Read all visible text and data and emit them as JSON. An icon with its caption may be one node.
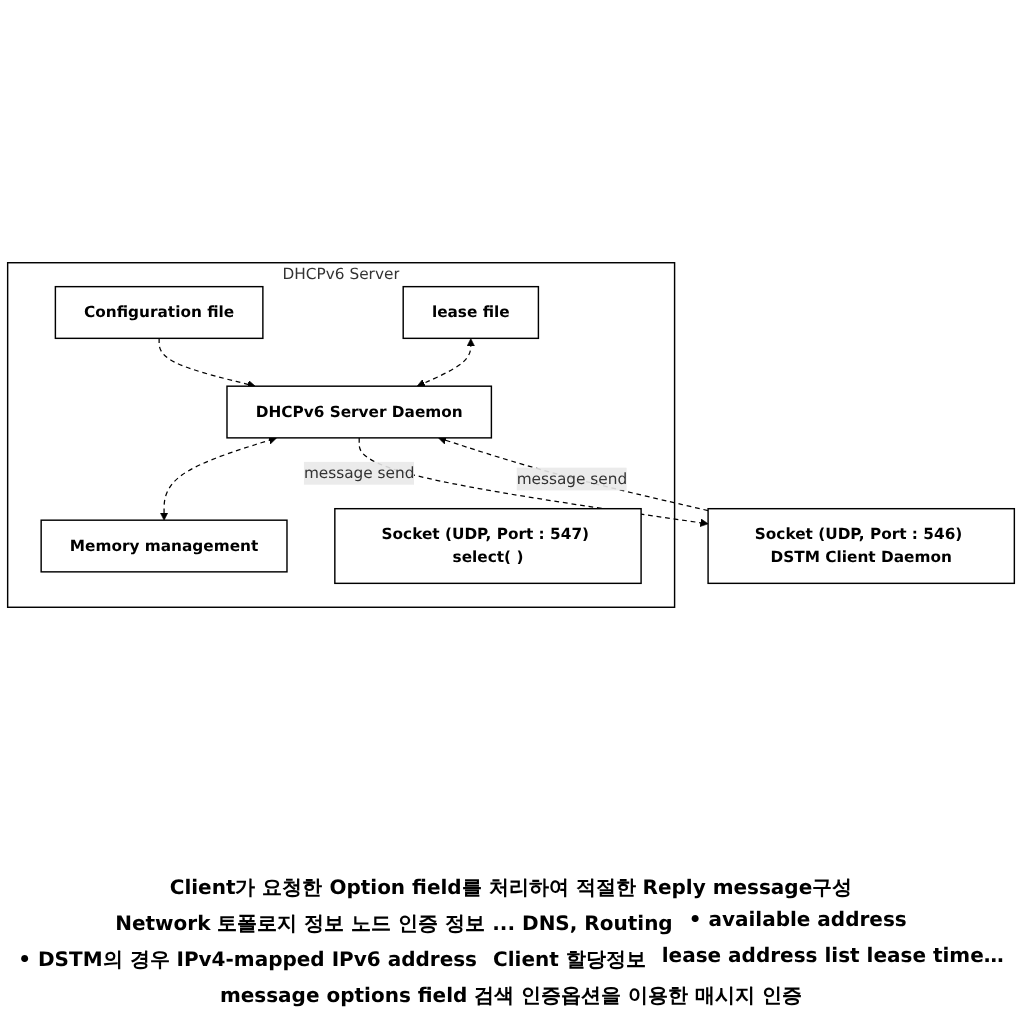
{
  "diagram": {
    "nodes": [
      {
        "text": [
          "DHCPv6 Server"
        ]
      },
      {
        "text": [
          "Configuration file"
        ],
        "in": 0
      },
      {
        "text": [
          "DHCPv6 Server Daemon"
        ],
        "in": 0
      },
      {
        "text": [
          "lease file"
        ],
        "in": 0
      },
      {
        "text": [
          "Memory management"
        ],
        "in": 0
      },
      {
        "text": [
          "Socket (UDP, Port : 547) select( )"
        ],
        "in": 0
      },
      {
        "text": [
          "Socket (UDP, Port : 546) DSTM Client Daemon"
        ]
      }
    ],
    "edges": [
      {
        "from": 1,
        "to": 2,
        "arrow": "to",
        "style": "dashed"
      },
      {
        "from": 3,
        "to": 2,
        "arrow": "both",
        "style": "dashed"
      },
      {
        "from": 2,
        "to": 4,
        "arrow": "both",
        "style": "dashed"
      },
      {
        "from": 6,
        "to": 2,
        "arrow": "to",
        "style": "dashed",
        "label": "message send"
      },
      {
        "from": 2,
        "to": 6,
        "arrow": "to",
        "style": "dashed",
        "label": "message send"
      }
    ],
    "labels": [
      "Client가 요청한 Option field를 처리하여 적절한 Reply message구성",
      "Network 토폴로지 정보 노드 인증 정보 ... DNS, Routing",
      "• available address",
      "• DSTM의 경우 IPv4-mapped IPv6 address",
      "Client 할당정보",
      "lease address list lease time…",
      "message options field 검색 인증옵션을 이용한 매시지 인증"
    ]
  }
}
